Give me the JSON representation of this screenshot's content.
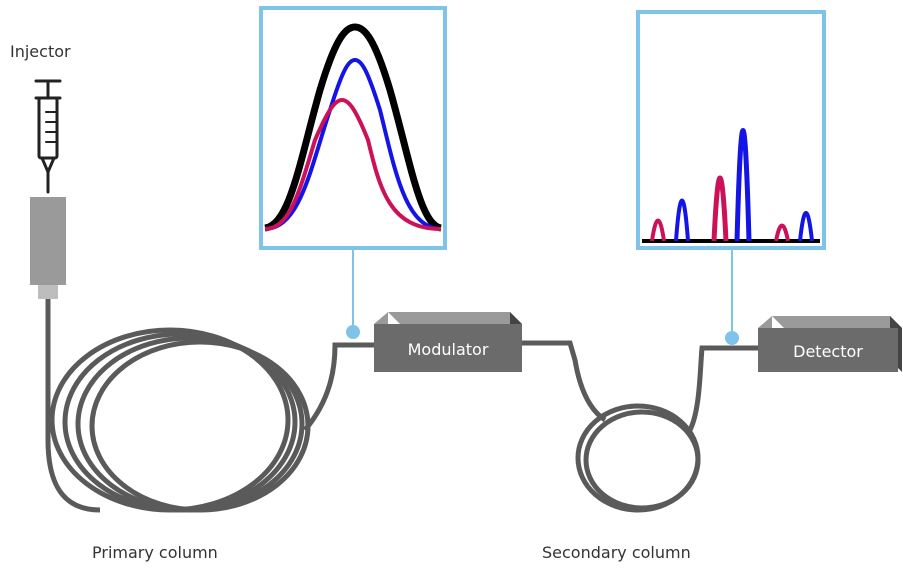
{
  "labels": {
    "injector": "Injector",
    "primary_column": "Primary column",
    "secondary_column": "Secondary column",
    "modulator": "Modulator",
    "detector": "Detector"
  },
  "colors": {
    "tubing": "#5a5a5a",
    "box_front": "#6b6b6b",
    "box_top": "#9a9a9a",
    "box_side": "#444444",
    "inset_border": "#7fc3e8",
    "connector": "#7fc3e8",
    "peak_black": "#000000",
    "peak_blue": "#1414e6",
    "peak_crimson": "#cc1158",
    "text": "#333333"
  },
  "icons": [
    "syringe-icon"
  ],
  "insets": {
    "primary": {
      "description_peaks": [
        "black",
        "blue",
        "crimson"
      ]
    },
    "secondary": {
      "peak_order": [
        "crimson",
        "blue",
        "crimson",
        "blue",
        "crimson",
        "blue"
      ]
    }
  }
}
